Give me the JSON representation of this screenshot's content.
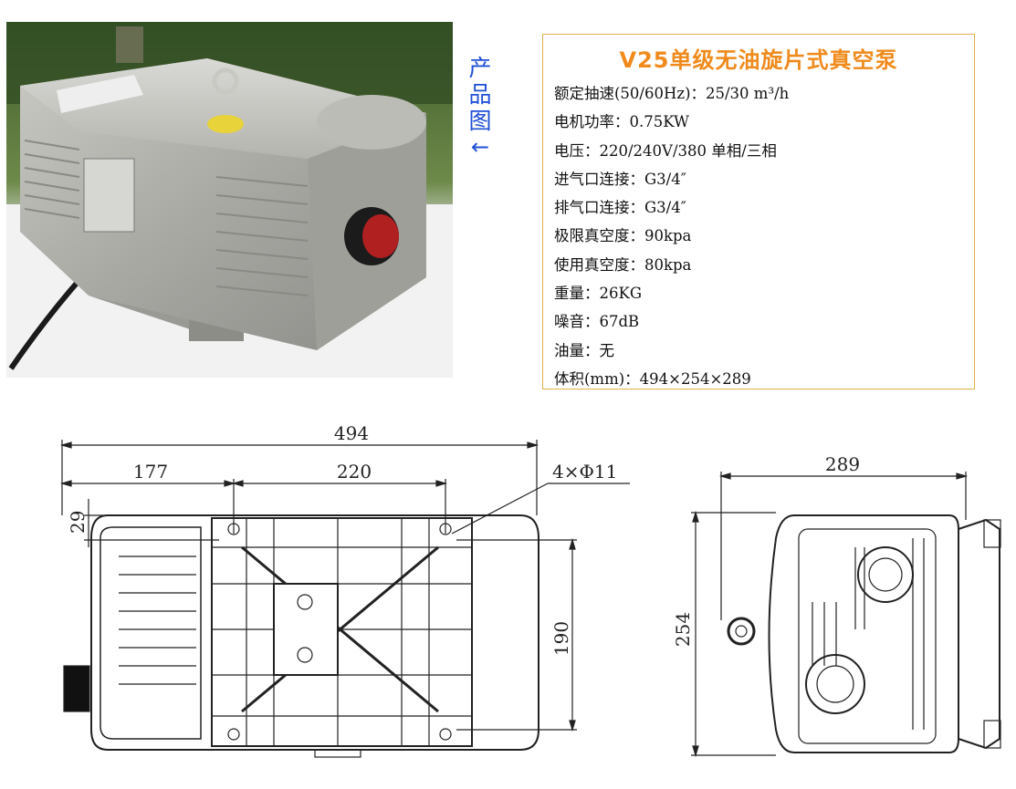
{
  "caption": {
    "chars": [
      "产",
      "品",
      "图"
    ],
    "arrow": "←"
  },
  "specs": {
    "title_model": "V25",
    "title_rest": "单级无油旋片式真空泵",
    "lines": [
      "额定抽速(50/60Hz)：25/30 m³/h",
      "电机功率：0.75KW",
      "电压：220/240V/380 单相/三相",
      "进气口连接：G3/4″",
      "排气口连接：G3/4″",
      "极限真空度：90kpa",
      "使用真空度：80kpa",
      "重量：26KG",
      "噪音：67dB",
      "油量：无",
      "体积(mm)：494×254×289"
    ]
  },
  "drawing": {
    "overall_length": "494",
    "offset_177": "177",
    "spacing_220": "220",
    "hole_spec": "4×Φ11",
    "offset_29": "29",
    "spacing_190": "190",
    "width_289": "289",
    "height_254": "254"
  },
  "colors": {
    "caption": "#1f4fd6",
    "title": "#f08a1c",
    "box_border": "#e0b04a"
  }
}
